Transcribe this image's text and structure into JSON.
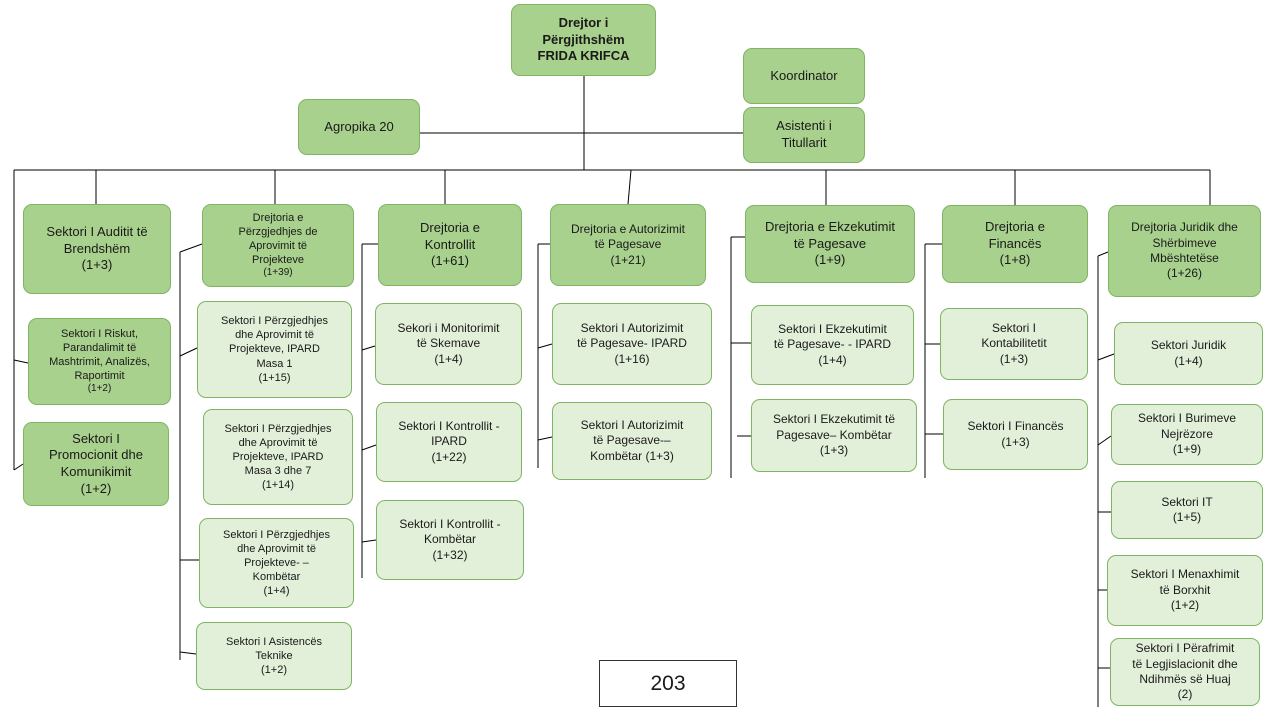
{
  "head": {
    "lines": [
      "Drejtor i",
      "Përgjithshëm",
      "FRIDA KRIFCA"
    ]
  },
  "staff": {
    "agropika": "Agropika 20",
    "koordinator": "Koordinator",
    "asistenti": [
      "Asistenti i",
      "Titullarit"
    ]
  },
  "units": [
    {
      "id": "auditit",
      "lines": [
        "Sektori I Auditit të",
        "Brendshëm",
        "(1+3)"
      ],
      "children": [
        {
          "lines": [
            "Sektori I Riskut,",
            "Parandalimit të",
            "Mashtrimit, Analizës,",
            "Raportimit",
            "(1+2)"
          ]
        },
        {
          "lines": [
            "Sektori I",
            "Promocionit dhe",
            "Komunikimit",
            "(1+2)"
          ]
        }
      ]
    },
    {
      "id": "perzgjedhjes",
      "lines": [
        "Drejtoria e",
        "Përzgjedhjes de",
        "Aprovimit të",
        "Projekteve",
        "(1+39)"
      ],
      "children": [
        {
          "lines": [
            "Sektori I Përzgjedhjes",
            "dhe Aprovimit të",
            "Projekteve, IPARD",
            "Masa 1",
            "(1+15)"
          ]
        },
        {
          "lines": [
            "Sektori I Përzgjedhjes",
            "dhe Aprovimit të",
            "Projekteve, IPARD",
            "Masa 3 dhe 7",
            "(1+14)"
          ]
        },
        {
          "lines": [
            "Sektori I Përzgjedhjes",
            "dhe Aprovimit të",
            "Projekteve- –",
            "Kombëtar",
            "(1+4)"
          ]
        },
        {
          "lines": [
            "Sektori I Asistencës",
            "Teknike",
            "(1+2)"
          ]
        }
      ]
    },
    {
      "id": "kontrollit",
      "lines": [
        "Drejtoria e",
        "Kontrollit",
        "(1+61)"
      ],
      "children": [
        {
          "lines": [
            "Sekori i Monitorimit",
            "të Skemave",
            "(1+4)"
          ]
        },
        {
          "lines": [
            "Sektori I Kontrollit -",
            "IPARD",
            "(1+22)"
          ]
        },
        {
          "lines": [
            "Sektori I Kontrollit -",
            "Kombëtar",
            "(1+32)"
          ]
        }
      ]
    },
    {
      "id": "autorizimit",
      "lines": [
        "Drejtoria e Autorizimit",
        "të Pagesave",
        "(1+21)"
      ],
      "children": [
        {
          "lines": [
            "Sektori I Autorizimit",
            "të Pagesave- IPARD",
            "(1+16)"
          ]
        },
        {
          "lines": [
            "Sektori I Autorizimit",
            "të Pagesave-–",
            "Kombëtar (1+3)"
          ]
        }
      ]
    },
    {
      "id": "ekzekutimit",
      "lines": [
        "Drejtoria e Ekzekutimit",
        "të Pagesave",
        "(1+9)"
      ],
      "children": [
        {
          "lines": [
            "Sektori I Ekzekutimit",
            "të Pagesave- - IPARD",
            "(1+4)"
          ]
        },
        {
          "lines": [
            "Sektori I Ekzekutimit të",
            "Pagesave– Kombëtar",
            "(1+3)"
          ]
        }
      ]
    },
    {
      "id": "finances",
      "lines": [
        "Drejtoria e",
        "Financës",
        "(1+8)"
      ],
      "children": [
        {
          "lines": [
            "Sektori I",
            "Kontabilitetit",
            "(1+3)"
          ]
        },
        {
          "lines": [
            "Sektori I Financës",
            "(1+3)"
          ]
        }
      ]
    },
    {
      "id": "juridik",
      "lines": [
        "Drejtoria Juridik dhe",
        "Shërbimeve",
        "Mbështetëse",
        "(1+26)"
      ],
      "children": [
        {
          "lines": [
            "Sektori Juridik",
            "(1+4)"
          ]
        },
        {
          "lines": [
            "Sektori I Burimeve",
            "Nejrëzore",
            "(1+9)"
          ]
        },
        {
          "lines": [
            "Sektori IT",
            "(1+5)"
          ]
        },
        {
          "lines": [
            "Sektori I Menaxhimit",
            "të Borxhit",
            "(1+2)"
          ]
        },
        {
          "lines": [
            "Sektori I Përafrimit",
            "të Legjislacionit dhe",
            "Ndihmës së Huaj",
            "(2)"
          ]
        }
      ]
    }
  ],
  "total": "203",
  "colors": {
    "dark_box": "#a9d18e",
    "light_box": "#e2f0d9",
    "border": "#7fb463",
    "line": "#000000"
  }
}
